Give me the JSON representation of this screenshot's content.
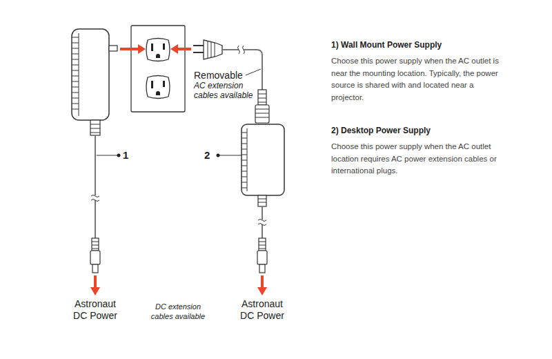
{
  "diagram": {
    "labels": [
      "Removable",
      "AC extension cables available",
      "1",
      "2",
      "Astronaut DC Power",
      "DC extension cables available",
      "Astronaut DC Power",
      "1)  Wall Mount Power Supply",
      "Choose this power supply when the AC outlet is near the mounting location. Typically, the power source is shared with and located near a projector.",
      "2)  Desktop Power Supply",
      "Choose this power supply when the AC outlet location requires AC power extension cables or international plugs."
    ]
  }
}
